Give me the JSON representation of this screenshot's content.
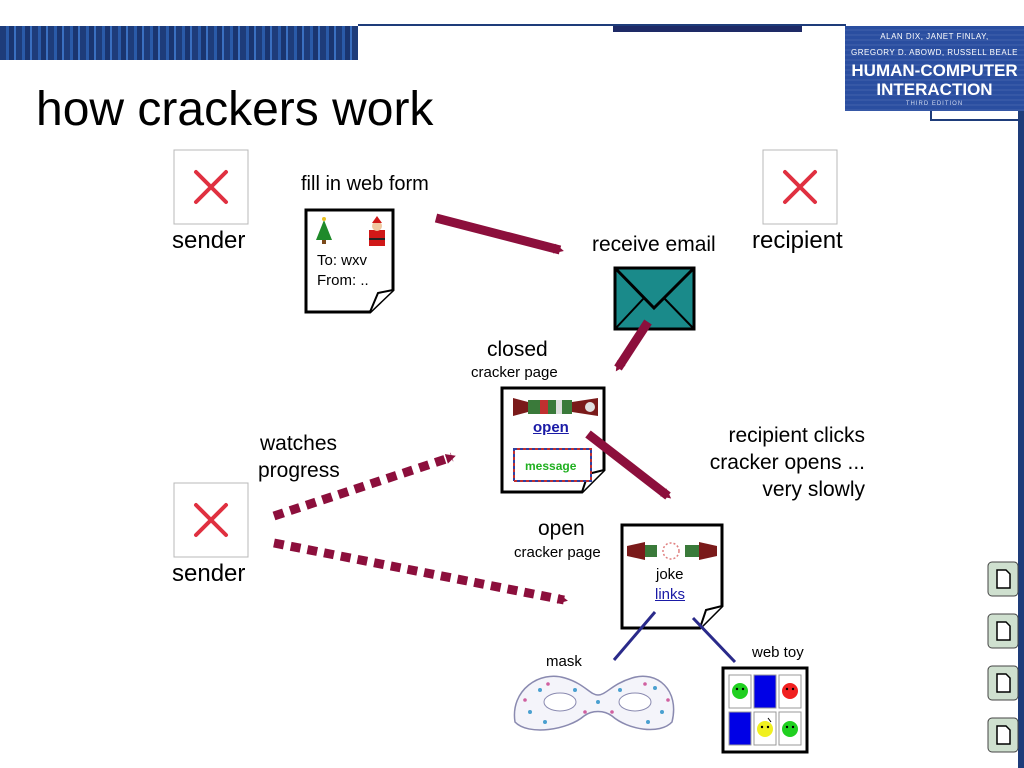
{
  "book": {
    "authors_line1": "ALAN DIX, JANET FINLAY,",
    "authors_line2": "GREGORY D. ABOWD, RUSSELL BEALE",
    "title_line1": "HUMAN-COMPUTER",
    "title_line2": "INTERACTION",
    "edition": "THIRD EDITION"
  },
  "slide": {
    "title": "how crackers work"
  },
  "diagram": {
    "sender_top": "sender",
    "fill_in_web_form": "fill in web form",
    "form_to": "To: wxv",
    "form_from": "From: ..",
    "receive_email": "receive email",
    "recipient": "recipient",
    "closed": "closed",
    "closed_sub": "cracker page",
    "open_link": "open",
    "message": "message",
    "watches_line1": "watches",
    "watches_line2": "progress",
    "clicks_line1": "recipient clicks",
    "clicks_line2": "cracker opens ...",
    "clicks_line3": "very slowly",
    "sender_bottom": "sender",
    "open_title": "open",
    "open_sub": "cracker page",
    "joke": "joke",
    "links": "links",
    "mask": "mask",
    "web_toy": "web toy"
  },
  "colors": {
    "arrow": "#8c0f3c",
    "link_line": "#2a2a8a",
    "envelope": "#1a8a8a",
    "missing_x": "#e03040"
  },
  "icons": [
    "broken-image-icon",
    "document-icon",
    "envelope-icon",
    "cracker-icon",
    "mask-icon",
    "smiley-icon",
    "nav-page-icon"
  ]
}
